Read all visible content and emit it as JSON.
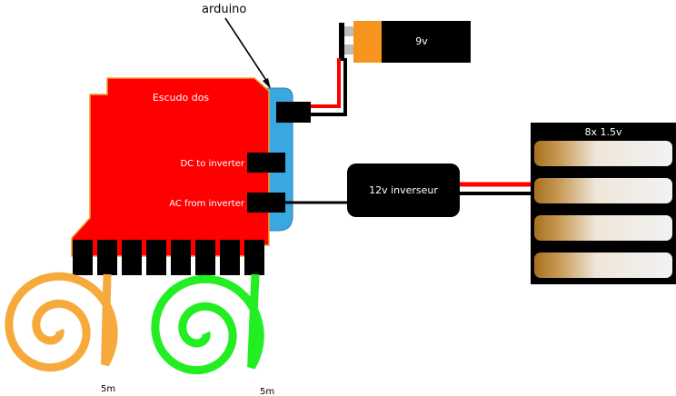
{
  "labels": {
    "arduino": "arduino",
    "battery_9v": "9v",
    "shield": "Escudo dos",
    "dc_to_inverter": "DC to inverter",
    "ac_from_inverter": "AC from inverter",
    "inverter": "12v inverseur",
    "battery_pack": "8x 1.5v",
    "coil_orange_length": "5m",
    "coil_green_length": "5m"
  },
  "colors": {
    "shield_red": "#ff0000",
    "shield_border": "#f0a030",
    "arduino_blue": "#3aa8e0",
    "battery_orange": "#f7941d",
    "coil_orange": "#f7aa3c",
    "coil_green": "#22ee22",
    "wire_red": "#ff0000",
    "wire_black": "#000000",
    "cell_brown": "#b07a2a"
  },
  "header_pin_count": 8,
  "battery_cell_count": 4
}
